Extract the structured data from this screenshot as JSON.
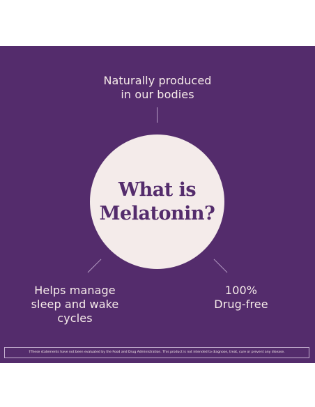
{
  "infographic": {
    "top_caption": [
      "Naturally produced",
      "in our bodies"
    ],
    "center_title": [
      "What is",
      "Melatonin?"
    ],
    "left_caption": [
      "Helps manage",
      "sleep and wake",
      "cycles"
    ],
    "right_caption": [
      "100%",
      "Drug-free"
    ],
    "disclaimer": "†These statements have not been evaluated by the Food and Drug Administration. This product is not intended to diagnose, treat, cure or prevent any disease."
  },
  "colors": {
    "background": "#542c6c",
    "circle": "#f4ebea",
    "title_text": "#542c6c",
    "caption_text": "#f7ecea",
    "connector": "#b79ec6"
  }
}
